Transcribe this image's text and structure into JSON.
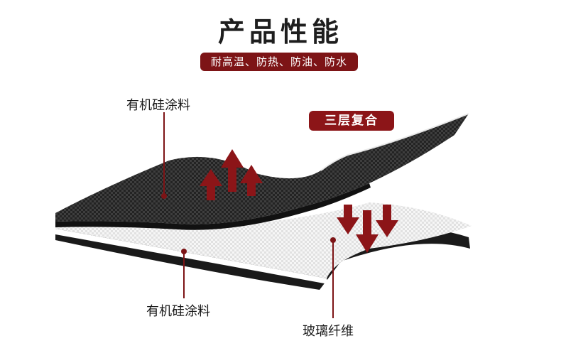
{
  "header": {
    "title": "产品性能",
    "subtitle": "耐高温、防热、防油、防水"
  },
  "badge": {
    "label": "三层复合"
  },
  "labels": {
    "top_coating": "有机硅涂料",
    "bottom_coating": "有机硅涂料",
    "glass_fiber": "玻璃纤维"
  },
  "colors": {
    "accent": "#8c1518",
    "coating": "#1c1c1c",
    "fiber": "#f2f2f2"
  },
  "icons": [
    "up-arrow-icon",
    "down-arrow-icon"
  ]
}
